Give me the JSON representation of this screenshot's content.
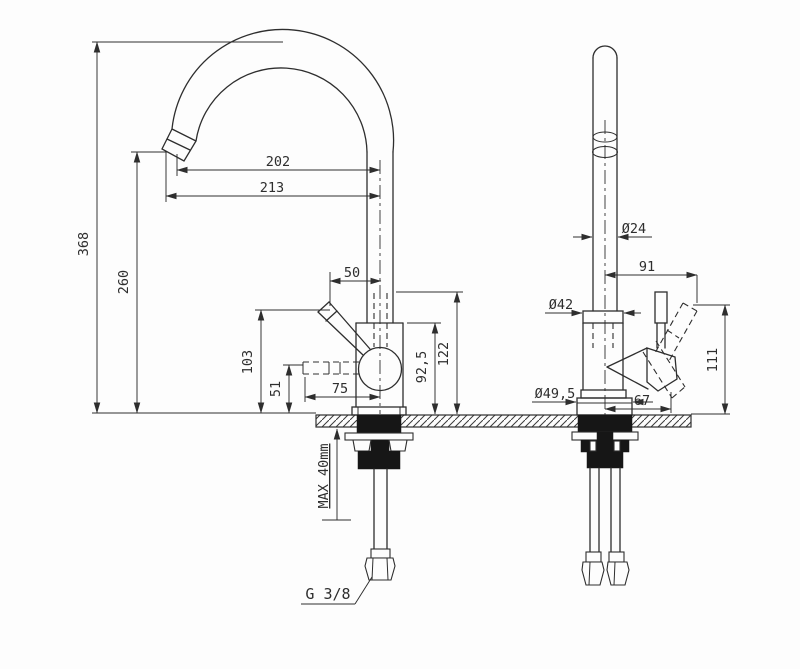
{
  "drawing": {
    "colors": {
      "background": "#fdfdfd",
      "line": "#2e2e2e",
      "solid_fill": "#161616"
    },
    "labels": {
      "d368": "368",
      "d260": "260",
      "d202": "202",
      "d213": "213",
      "d50": "50",
      "d103": "103",
      "d51": "51",
      "d75": "75",
      "d925": "92,5",
      "d122": "122",
      "d24": "Ø24",
      "d91": "91",
      "d42": "Ø42",
      "d495": "Ø49,5",
      "d67": "67",
      "d111": "111",
      "max40": "MAX 40mm",
      "thread": "G 3/8"
    }
  }
}
